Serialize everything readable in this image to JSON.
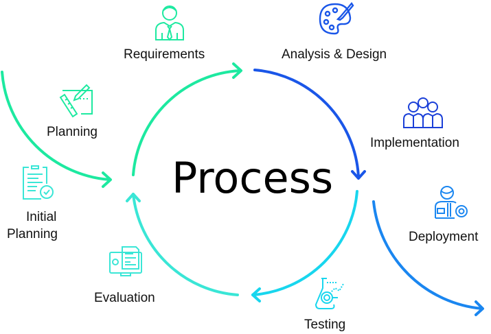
{
  "title": "Process",
  "stages": {
    "requirements": "Requirements",
    "analysis_design": "Analysis & Design",
    "implementation": "Implementation",
    "deployment": "Deployment",
    "testing": "Testing",
    "evaluation": "Evaluation",
    "planning": "Planning",
    "initial_planning_line1": "Initial",
    "initial_planning_line2": "Planning"
  },
  "colors": {
    "green": "#1de9a0",
    "blue": "#1a56e8",
    "cyan": "#18d6ee",
    "turquoise": "#3ae6d6",
    "deploy_blue": "#1a86f0"
  }
}
